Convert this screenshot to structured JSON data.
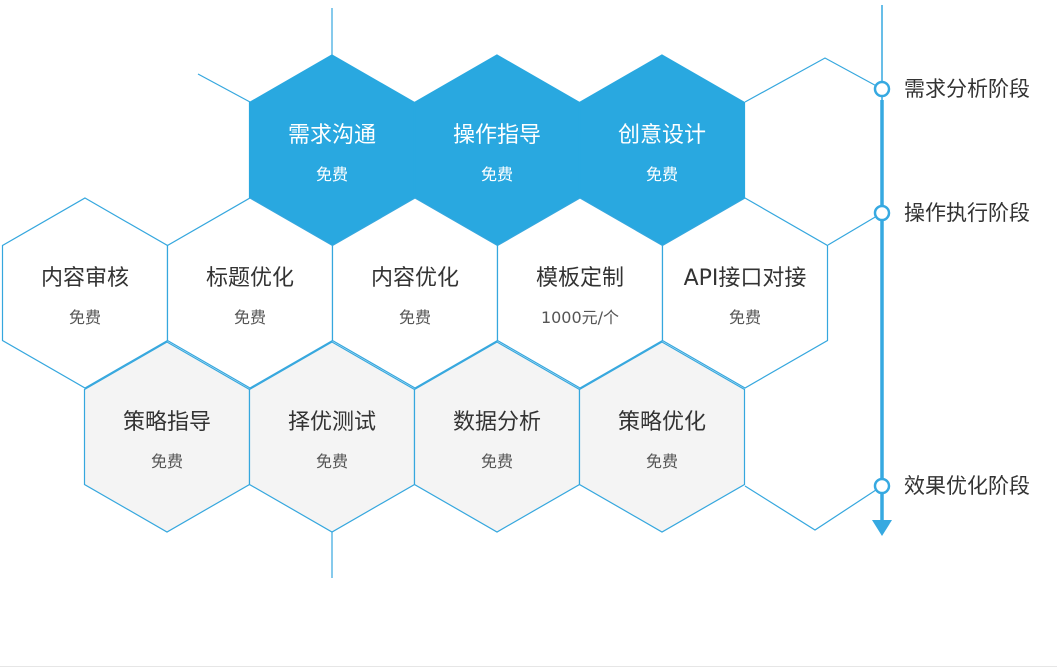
{
  "colors": {
    "blue_fill": "#29a8e0",
    "blue_text": "#ffffff",
    "white_fill": "#ffffff",
    "gray_fill": "#f4f4f4",
    "outline": "#35a7de",
    "dark_text": "#333333",
    "sub_text": "#555555",
    "timeline": "#36a9e1"
  },
  "rows": [
    {
      "style": "blue",
      "hexes": [
        {
          "title": "需求沟通",
          "sub": "免费"
        },
        {
          "title": "操作指导",
          "sub": "免费"
        },
        {
          "title": "创意设计",
          "sub": "免费"
        }
      ]
    },
    {
      "style": "white",
      "hexes": [
        {
          "title": "内容审核",
          "sub": "免费"
        },
        {
          "title": "标题优化",
          "sub": "免费"
        },
        {
          "title": "内容优化",
          "sub": "免费"
        },
        {
          "title": "模板定制",
          "sub": "1000元/个"
        },
        {
          "title": "API接口对接",
          "sub": "免费"
        }
      ]
    },
    {
      "style": "gray",
      "hexes": [
        {
          "title": "策略指导",
          "sub": "免费"
        },
        {
          "title": "择优测试",
          "sub": "免费"
        },
        {
          "title": "数据分析",
          "sub": "免费"
        },
        {
          "title": "策略优化",
          "sub": "免费"
        }
      ]
    }
  ],
  "stages": [
    {
      "label": "需求分析阶段"
    },
    {
      "label": "操作执行阶段"
    },
    {
      "label": "效果优化阶段"
    }
  ]
}
